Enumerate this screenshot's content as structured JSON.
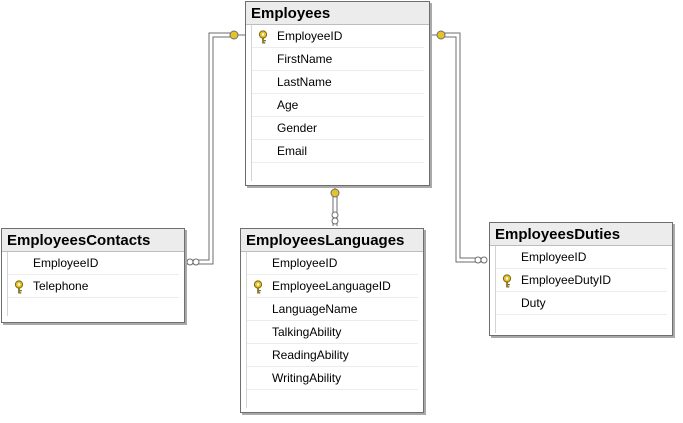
{
  "icons": {
    "primary_key": "key-icon",
    "one_end": "key-endpoint-icon",
    "many_end": "infinity-endpoint-icon"
  },
  "colors": {
    "key": "#e6c229",
    "line": "#6e6e6e",
    "header": "#ececec"
  },
  "tables": [
    {
      "id": "employees",
      "title": "Employees",
      "columns": [
        {
          "name": "EmployeeID",
          "is_key": true
        },
        {
          "name": "FirstName",
          "is_key": false
        },
        {
          "name": "LastName",
          "is_key": false
        },
        {
          "name": "Age",
          "is_key": false
        },
        {
          "name": "Gender",
          "is_key": false
        },
        {
          "name": "Email",
          "is_key": false
        }
      ]
    },
    {
      "id": "employees-contacts",
      "title": "EmployeesContacts",
      "columns": [
        {
          "name": "EmployeeID",
          "is_key": false
        },
        {
          "name": "Telephone",
          "is_key": true
        }
      ]
    },
    {
      "id": "employees-languages",
      "title": "EmployeesLanguages",
      "columns": [
        {
          "name": "EmployeeID",
          "is_key": false
        },
        {
          "name": "EmployeeLanguageID",
          "is_key": true
        },
        {
          "name": "LanguageName",
          "is_key": false
        },
        {
          "name": "TalkingAbility",
          "is_key": false
        },
        {
          "name": "ReadingAbility",
          "is_key": false
        },
        {
          "name": "WritingAbility",
          "is_key": false
        }
      ]
    },
    {
      "id": "employees-duties",
      "title": "EmployeesDuties",
      "columns": [
        {
          "name": "EmployeeID",
          "is_key": false
        },
        {
          "name": "EmployeeDutyID",
          "is_key": true
        },
        {
          "name": "Duty",
          "is_key": false
        }
      ]
    }
  ],
  "relationships": [
    {
      "from": "employees",
      "to": "employees-contacts",
      "type": "one-to-many"
    },
    {
      "from": "employees",
      "to": "employees-languages",
      "type": "one-to-many"
    },
    {
      "from": "employees",
      "to": "employees-duties",
      "type": "one-to-many"
    }
  ]
}
